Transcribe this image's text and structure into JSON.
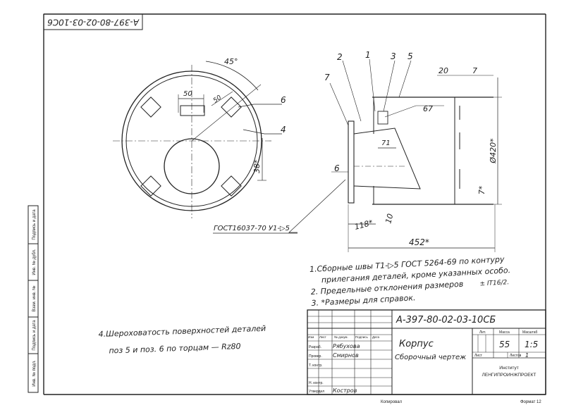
{
  "corner_code": "А-397-80-02-03-10С6",
  "dims": {
    "angle": "45°",
    "d50_left": "50",
    "d50_right": "50",
    "r38": "38*",
    "d71": "71",
    "d67": "67",
    "d20": "20",
    "d7_top": "7",
    "dia420": "Ø420*",
    "d7_right": "7*",
    "d118": "118*",
    "d10": "10",
    "d452": "452*"
  },
  "callouts_left": [
    "6",
    "4"
  ],
  "callouts_right": [
    "2",
    "1",
    "3",
    "5",
    "7",
    "6"
  ],
  "weld_symbol": "ГОСТ16037-70 У1-▷5",
  "notes": [
    "1.Сборные швы Т1-▷5 ГОСТ 5264-69 по контуру",
    "прилегания деталей, кроме указанных особо.",
    "2. Предельные отклонения размеров",
    "± IT16/2.",
    "3. *Размеры для справок."
  ],
  "note4": [
    "4.Шероховатость поверхностей деталей",
    "поз 5 и поз. 6 по торцам — Rz80"
  ],
  "title_block": {
    "designation": "А-397-80-02-03-10СБ",
    "name": "Корпус",
    "doc_type": "Сборочный чертеж",
    "col_lit": "Лит.",
    "col_mass": "Масса",
    "col_scale": "Масштаб",
    "mass": "55",
    "scale": "1:5",
    "sheet_label": "Лист",
    "sheets_label": "Листов",
    "sheets_value": "1",
    "org_line1": "Институт",
    "org_line2": "ЛЕНГИПРОИНЖПРОЕКТ",
    "header_cols": [
      "Изм",
      "Лист",
      "№ докум.",
      "Подпись",
      "Дата"
    ],
    "rows": [
      {
        "role": "Разраб.",
        "name": "Рябухова"
      },
      {
        "role": "Провер.",
        "name": "Смирнов"
      },
      {
        "role": "Т. контр.",
        "name": ""
      },
      {
        "role": "",
        "name": ""
      },
      {
        "role": "Н. контр.",
        "name": ""
      },
      {
        "role": "Утвердил",
        "name": "Костров"
      }
    ]
  },
  "left_strip": [
    "Инв. № подл.",
    "Подпись и дата",
    "Взам. инв. №",
    "Инв. № дубл.",
    "Подпись и дата"
  ],
  "footer_left": "Копировал",
  "footer_right": "Формат 12"
}
